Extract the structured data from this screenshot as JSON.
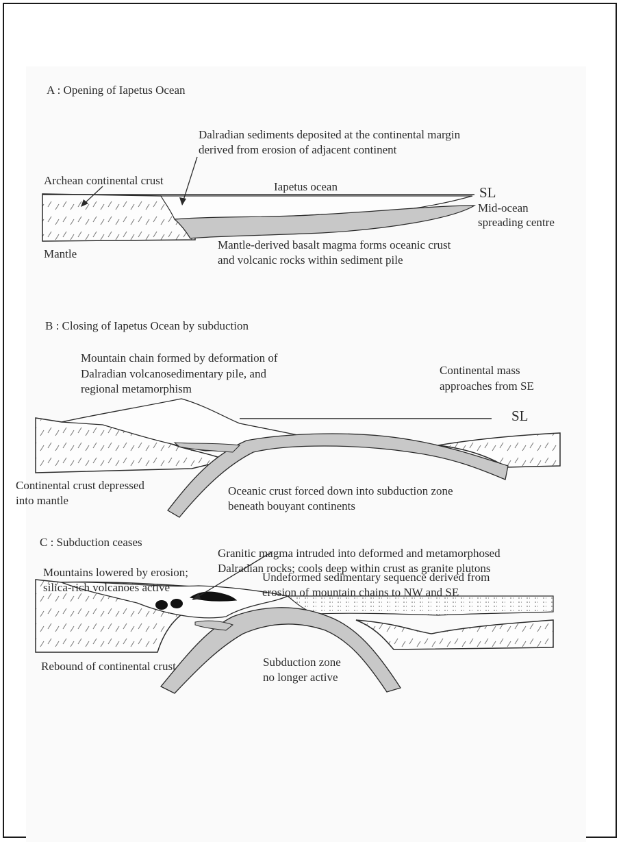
{
  "panel_a": {
    "heading": "A : Opening of Iapetus Ocean",
    "dalradian_line1": "Dalradian sediments deposited at the continental margin",
    "dalradian_line2": "derived from erosion of adjacent continent",
    "archean": "Archean continental crust",
    "ocean": "Iapetus ocean",
    "sl": "SL",
    "mid_ocean_line1": "Mid-ocean",
    "mid_ocean_line2": "spreading centre",
    "mantle": "Mantle",
    "basalt_line1": "Mantle-derived basalt magma forms oceanic crust",
    "basalt_line2": "and volcanic rocks within sediment pile"
  },
  "panel_b": {
    "heading": "B : Closing of Iapetus Ocean by subduction",
    "mountain_line1": "Mountain chain formed by deformation of",
    "mountain_line2": "Dalradian volcanosedimentary pile, and",
    "mountain_line3": "regional metamorphism",
    "continental_line1": "Continental mass",
    "continental_line2": "approaches from SE",
    "sl": "SL",
    "depressed_line1": "Continental crust depressed",
    "depressed_line2": "into mantle",
    "oceanic_line1": "Oceanic crust forced down into subduction zone",
    "oceanic_line2": "beneath bouyant continents"
  },
  "panel_c": {
    "heading": "C : Subduction ceases",
    "granitic_line1": "Granitic magma intruded into deformed and metamorphosed",
    "granitic_line2": "Dalradian rocks; cools deep within crust as granite plutons",
    "mountains_line1": "Mountains lowered by erosion;",
    "mountains_line2": "silica-rich volcanoes active",
    "undeformed_line1": "Undeformed sedimentary sequence derived from",
    "undeformed_line2": "erosion of mountain chains to NW and SE",
    "rebound": "Rebound of continental crust",
    "subduction_line1": "Subduction zone",
    "subduction_line2": "no longer active"
  },
  "colors": {
    "oceanic_crust": "#c8c8c8",
    "outline": "#2a2a2a",
    "pluton": "#111111"
  }
}
